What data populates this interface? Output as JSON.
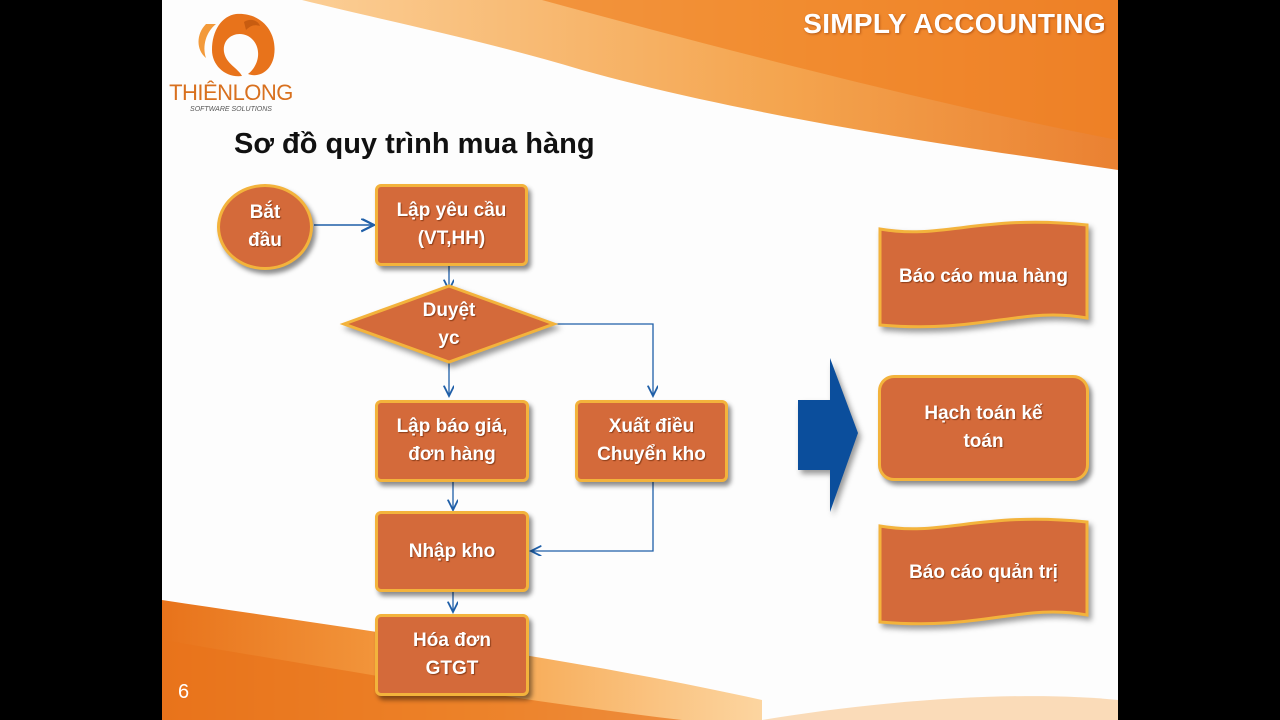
{
  "brand": {
    "title": "SIMPLY ACCOUNTING"
  },
  "logo": {
    "name": "THIÊNLONG",
    "tagline": "SOFTWARE SOLUTIONS"
  },
  "page": {
    "title": "Sơ đồ quy trình mua hàng",
    "number": "6"
  },
  "colors": {
    "accent": "#f08a24",
    "node_fill": "#d46a3a",
    "node_border": "#f3b33c",
    "connector": "#1f5fa8",
    "big_arrow": "#0b4e9c"
  },
  "flow": {
    "start": "Bắt\nđầu",
    "request": "Lập yêu cầu\n(VT,HH)",
    "approve": "Duyệt\nyc",
    "quote": "Lập báo giá,\nđơn hàng",
    "transfer": "Xuất điều\nChuyển kho",
    "receive": "Nhập kho",
    "invoice": "Hóa đơn\nGTGT"
  },
  "outputs": {
    "purchase_report": "Báo cáo mua hàng",
    "accounting": "Hạch toán kế\ntoán",
    "management_report": "Báo cáo quản trị"
  }
}
